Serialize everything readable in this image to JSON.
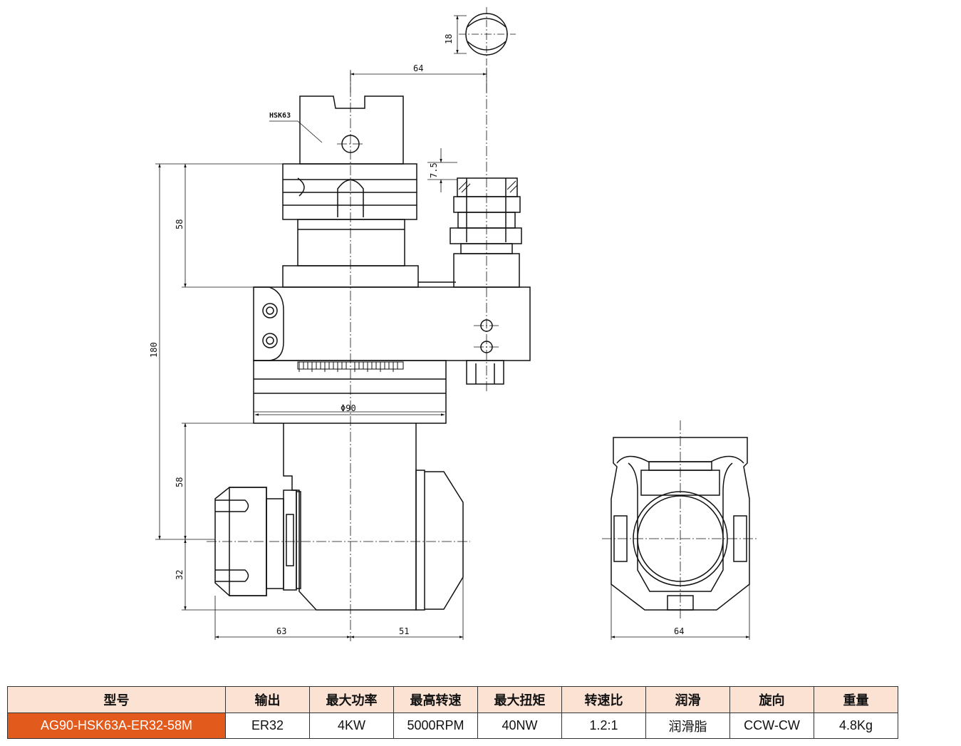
{
  "drawing": {
    "callout": "HSK63",
    "top_view_tolerance": "18",
    "dimensions": {
      "top_width": "64",
      "pull_stud_offset": "7.5",
      "upper_height": "58",
      "total_height": "180",
      "flange_diameter": "Φ90",
      "lower_height": "58",
      "collet_offset": "32",
      "left_width": "63",
      "right_width": "51",
      "side_width": "64"
    }
  },
  "spec_table": {
    "headers": [
      "型号",
      "输出",
      "最大功率",
      "最高转速",
      "最大扭矩",
      "转速比",
      "润滑",
      "旋向",
      "重量"
    ],
    "row": [
      "AG90-HSK63A-ER32-58M",
      "ER32",
      "4KW",
      "5000RPM",
      "40NW",
      "1.2:1",
      "润滑脂",
      "CCW-CW",
      "4.8Kg"
    ],
    "colors": {
      "header_bg": "#fbe2d3",
      "model_bg": "#e25a1c",
      "model_text": "#ffffff"
    }
  }
}
